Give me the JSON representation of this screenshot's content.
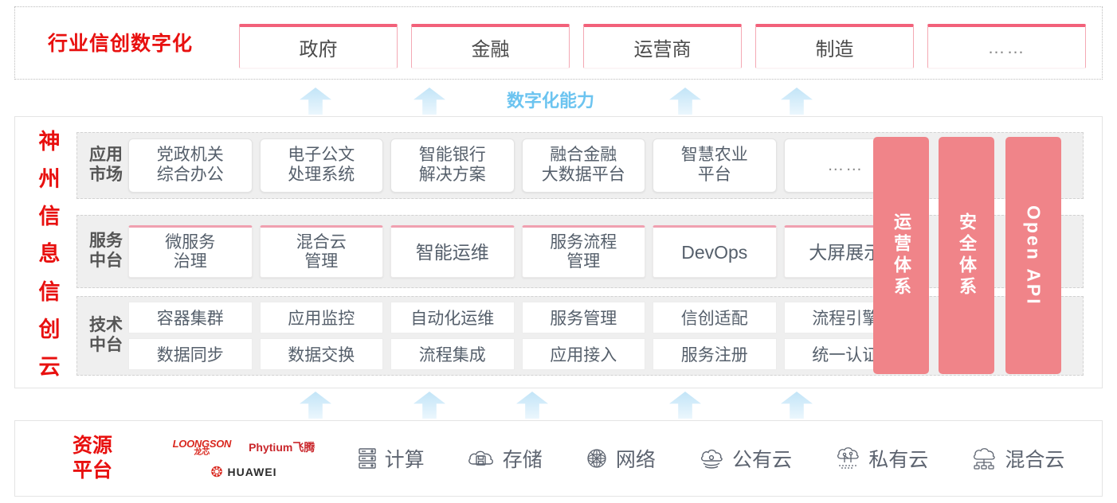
{
  "diagram": {
    "accent_red": "#e8100f",
    "accent_pink": "#f08489",
    "arrow_blue": "#6cc4f0",
    "panel_gray": "#efefef"
  },
  "industry": {
    "title": "行业信创数字化",
    "boxes": [
      {
        "label": "政府"
      },
      {
        "label": "金融"
      },
      {
        "label": "运营商"
      },
      {
        "label": "制造"
      },
      {
        "label": "……"
      }
    ]
  },
  "capability": {
    "label": "数字化能力"
  },
  "cloud": {
    "title_chars": [
      "神",
      "州",
      "信",
      "息",
      "信",
      "创",
      "云"
    ],
    "rows": [
      {
        "name": "application-market",
        "label_line1": "应用",
        "label_line2": "市场",
        "cells": [
          {
            "line1": "党政机关",
            "line2": "综合办公"
          },
          {
            "line1": "电子公文",
            "line2": "处理系统"
          },
          {
            "line1": "智能银行",
            "line2": "解决方案"
          },
          {
            "line1": "融合金融",
            "line2": "大数据平台"
          },
          {
            "line1": "智慧农业",
            "line2": "平台"
          },
          {
            "line1": "……",
            "line2": ""
          }
        ]
      },
      {
        "name": "service-platform",
        "label_line1": "服务",
        "label_line2": "中台",
        "cells": [
          {
            "line1": "微服务",
            "line2": "治理"
          },
          {
            "line1": "混合云",
            "line2": "管理"
          },
          {
            "line1": "智能运维",
            "line2": ""
          },
          {
            "line1": "服务流程",
            "line2": "管理"
          },
          {
            "line1": "DevOps",
            "line2": ""
          },
          {
            "line1": "大屏展示",
            "line2": ""
          }
        ]
      },
      {
        "name": "technical-platform",
        "label_line1": "技术",
        "label_line2": "中台",
        "row_top": [
          "容器集群",
          "应用监控",
          "自动化运维",
          "服务管理",
          "信创适配",
          "流程引擎"
        ],
        "row_bottom": [
          "数据同步",
          "数据交换",
          "流程集成",
          "应用接入",
          "服务注册",
          "统一认证"
        ]
      }
    ],
    "pillars": [
      {
        "name": "operations-system",
        "text": "运营体系",
        "vertical": "upright"
      },
      {
        "name": "security-system",
        "text": "安全体系",
        "vertical": "upright"
      },
      {
        "name": "open-api",
        "text": "Open API",
        "vertical": "rotated"
      }
    ]
  },
  "resource": {
    "title_line1": "资源",
    "title_line2": "平台",
    "logos": {
      "loongson_en": "LOONGSON",
      "loongson_cn": "龙芯",
      "phytium": "Phytium飞腾",
      "huawei": "HUAWEI"
    },
    "items": [
      {
        "icon": "server-icon",
        "label": "计算"
      },
      {
        "icon": "cloud-storage-icon",
        "label": "存储"
      },
      {
        "icon": "network-icon",
        "label": "网络"
      },
      {
        "icon": "public-cloud-icon",
        "label": "公有云"
      },
      {
        "icon": "private-cloud-icon",
        "label": "私有云"
      },
      {
        "icon": "hybrid-cloud-icon",
        "label": "混合云"
      }
    ]
  }
}
